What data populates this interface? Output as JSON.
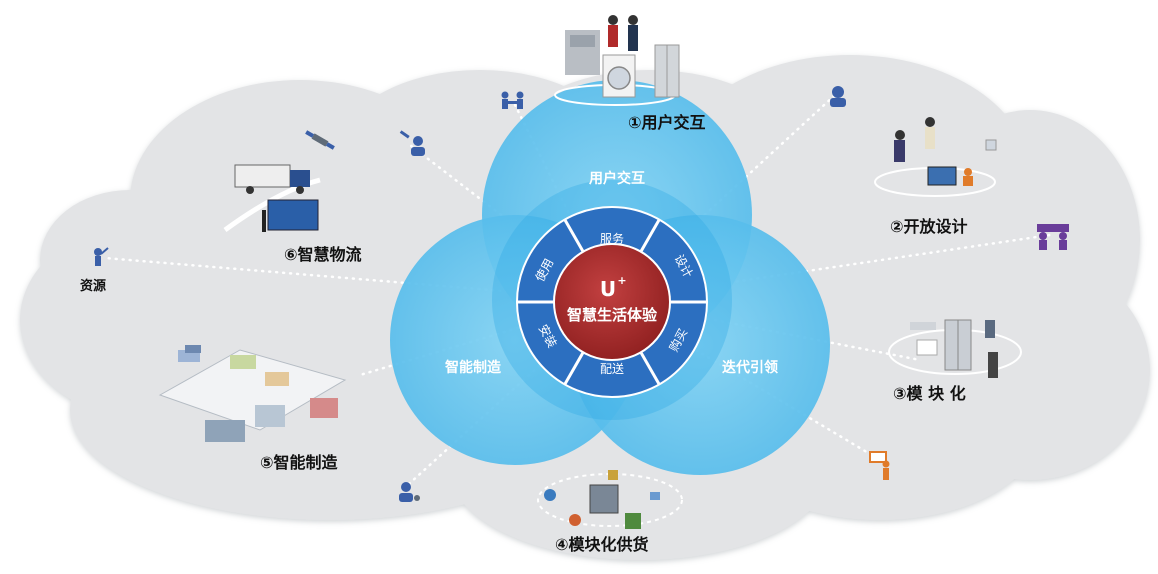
{
  "center": {
    "brand": "U",
    "brand_sup": "+",
    "title": "智慧生活体验"
  },
  "ring_segments": {
    "top": "服务",
    "upper_left": "使用",
    "upper_right": "设计",
    "lower_left": "安装",
    "lower_right": "购买",
    "bottom": "配送"
  },
  "circles": {
    "top": "用户交互",
    "left": "智能制造",
    "right": "迭代引领"
  },
  "nodes": {
    "user_interaction": "①用户交互",
    "open_design": "②开放设计",
    "modularization": "③模 块 化",
    "modular_supply": "④模块化供货",
    "smart_manufacturing": "⑤智能制造",
    "smart_logistics": "⑥智慧物流",
    "resources": "资源"
  },
  "colors": {
    "cloud": "#e3e4e6",
    "circle_fill": "#5ec3ee",
    "circle_overlap": "#2fa8e6",
    "ring": "#2c6fc0",
    "center": "#a52a2a",
    "icon_blue": "#3a5fa8",
    "icon_orange": "#e07b2a",
    "icon_purple": "#6a3d9a"
  }
}
